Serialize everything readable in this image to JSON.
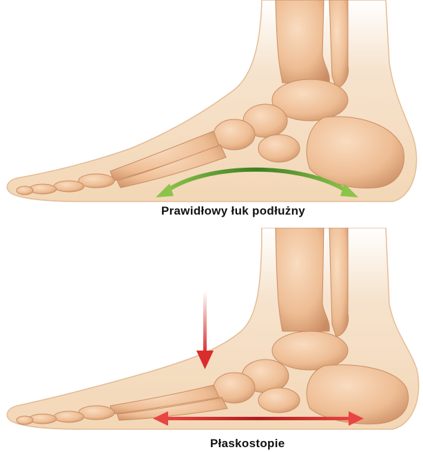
{
  "labels": {
    "normal_arch": "Prawidłowy łuk podłużny",
    "flat_foot": "Płaskostopie"
  },
  "colors": {
    "skin": "#f3d7b6",
    "skin_edge": "#d9a883",
    "bone": "#f0c39b",
    "bone_shade": "#c98b61",
    "arch_arrow": "#5b9a2e",
    "force_arrow": "#d92d2d",
    "caption_text": "#111111"
  },
  "icons": {
    "arch_arrow": "double-headed-arc-arrow",
    "force_arrow": "down-arrow",
    "flat_arrow": "double-headed-horizontal-arrow"
  }
}
